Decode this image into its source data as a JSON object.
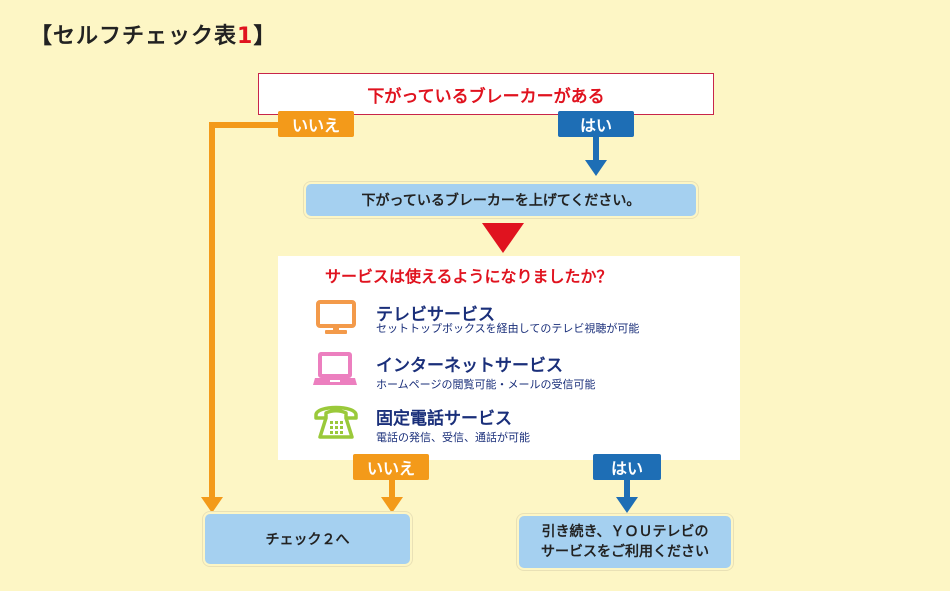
{
  "title": {
    "prefix": "【セルフチェック表",
    "number": "1",
    "suffix": "】"
  },
  "question": "下がっているブレーカーがある",
  "labels": {
    "no": "いいえ",
    "yes": "はい"
  },
  "step_breaker": "下がっているブレーカーを上げてください。",
  "panel": {
    "question": "サービスは使えるようになりましたか？",
    "services": [
      {
        "icon": "tv-icon",
        "title": "テレビサービス",
        "desc": "セットトップボックスを経由してのテレビ視聴が可能"
      },
      {
        "icon": "laptop-icon",
        "title": "インターネットサービス",
        "desc": "ホームページの閲覧可能・メールの受信可能"
      },
      {
        "icon": "telephone-icon",
        "title": "固定電話サービス",
        "desc": "電話の発信、受信、通話が可能"
      }
    ]
  },
  "result_no": "チェック２へ",
  "result_yes": {
    "line1": "引き続き、ＹＯＵテレビの",
    "line2": "サービスをご利用ください"
  },
  "colors": {
    "background": "#fdf6c5",
    "no": "#f39a1a",
    "yes": "#1e6eb5",
    "accent": "#e0131f",
    "box": "#a5d0f0",
    "service_text": "#1a2f7a"
  }
}
